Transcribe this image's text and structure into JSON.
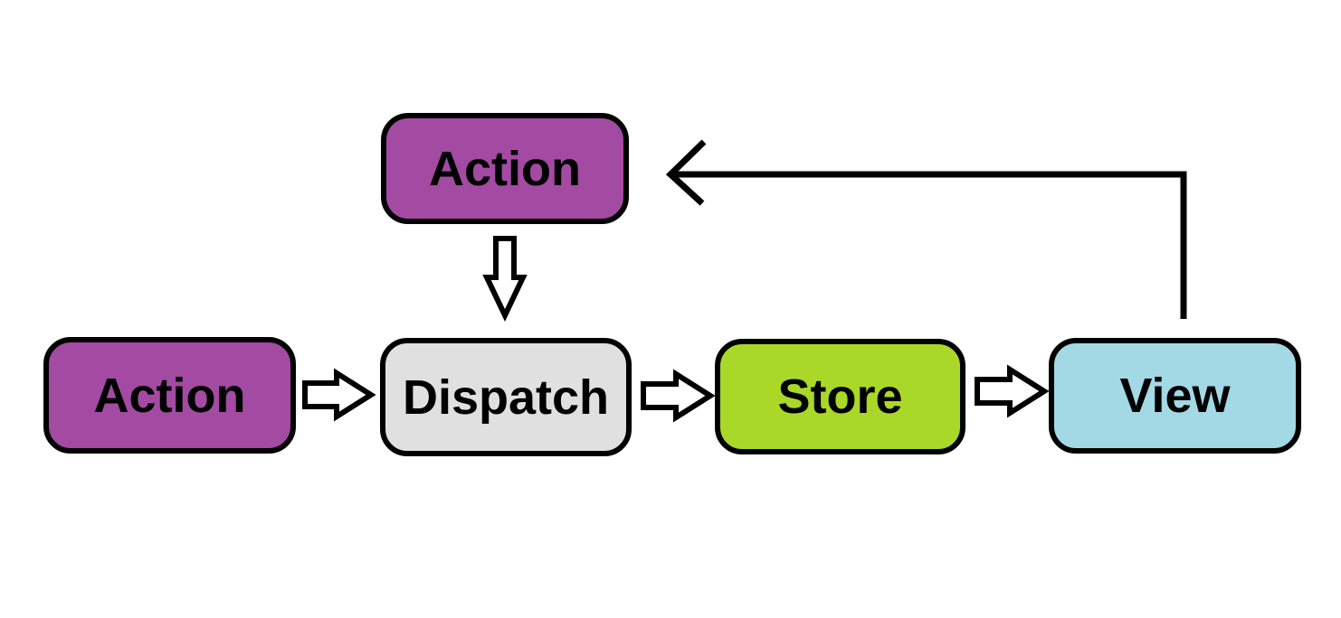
{
  "diagram": {
    "background_color": "#FFFFFF",
    "stroke_color": "#000000",
    "block_arrow_fill": "#FFFFFF",
    "text_color": "#000000",
    "nodes": {
      "action_top": {
        "label": "Action",
        "fill": "#A34AA2"
      },
      "action_left": {
        "label": "Action",
        "fill": "#A34AA2"
      },
      "dispatch": {
        "label": "Dispatch",
        "fill": "#E0E0E0"
      },
      "store": {
        "label": "Store",
        "fill": "#AAD828"
      },
      "view": {
        "label": "View",
        "fill": "#A3D8E5"
      }
    },
    "edges": [
      {
        "from": "action_left",
        "to": "dispatch",
        "type": "block-arrow",
        "direction": "right"
      },
      {
        "from": "action_top",
        "to": "dispatch",
        "type": "block-arrow",
        "direction": "down"
      },
      {
        "from": "dispatch",
        "to": "store",
        "type": "block-arrow",
        "direction": "right"
      },
      {
        "from": "store",
        "to": "view",
        "type": "block-arrow",
        "direction": "right"
      },
      {
        "from": "view",
        "to": "action_top",
        "type": "line-arrow",
        "direction": "up-left"
      }
    ]
  }
}
